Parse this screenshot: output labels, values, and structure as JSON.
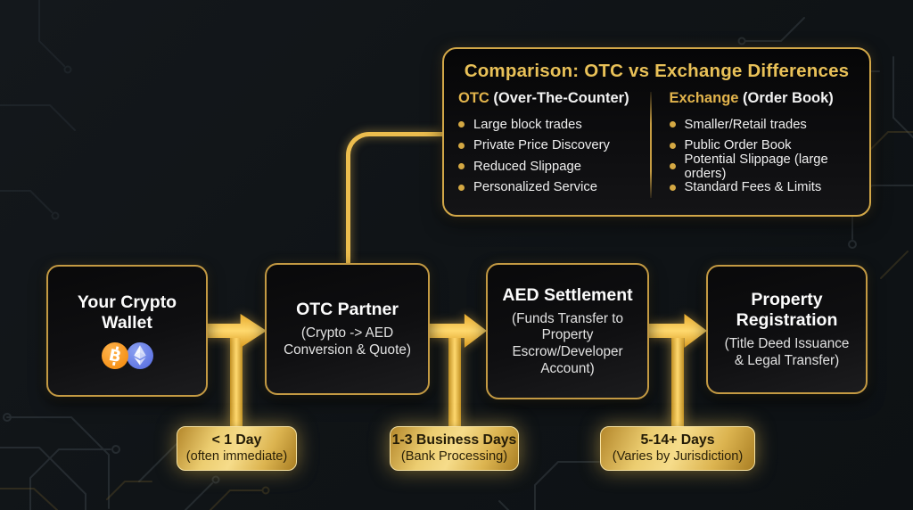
{
  "comparison": {
    "title": "Comparison: OTC vs Exchange Differences",
    "left": {
      "heading_highlight": "OTC",
      "heading_rest": " (Over-The-Counter)",
      "items": [
        "Large block trades",
        "Private Price Discovery",
        "Reduced Slippage",
        "Personalized Service"
      ]
    },
    "right": {
      "heading_highlight": "Exchange",
      "heading_rest": " (Order Book)",
      "items": [
        "Smaller/Retail trades",
        "Public Order Book",
        "Potential Slippage (large orders)",
        "Standard Fees & Limits"
      ]
    }
  },
  "flow": {
    "steps": [
      {
        "title": "Your Crypto Wallet",
        "subtitle": "",
        "icons": [
          "bitcoin-icon",
          "ethereum-icon"
        ]
      },
      {
        "title": "OTC Partner",
        "subtitle": "(Crypto -> AED Conversion & Quote)"
      },
      {
        "title": "AED Settlement",
        "subtitle": "(Funds Transfer to Property Escrow/Developer Account)"
      },
      {
        "title": "Property Registration",
        "subtitle": "(Title Deed Issuance & Legal Transfer)"
      }
    ]
  },
  "durations": [
    {
      "duration": "< 1 Day",
      "note": "(often immediate)"
    },
    {
      "duration": "1-3 Business Days",
      "note": "(Bank Processing)"
    },
    {
      "duration": "5-14+ Days",
      "note": "(Varies by Jurisdiction)"
    }
  ],
  "colors": {
    "background": "#12161a",
    "gold_accent": "#e2b44c",
    "arrow_gold": "#f2c14e",
    "box_border": "#c49a43",
    "bitcoin_orange": "#f7931a",
    "ethereum_blue": "#6d86ea",
    "pill_text": "#241b06",
    "text_white": "#f5f5f5"
  }
}
